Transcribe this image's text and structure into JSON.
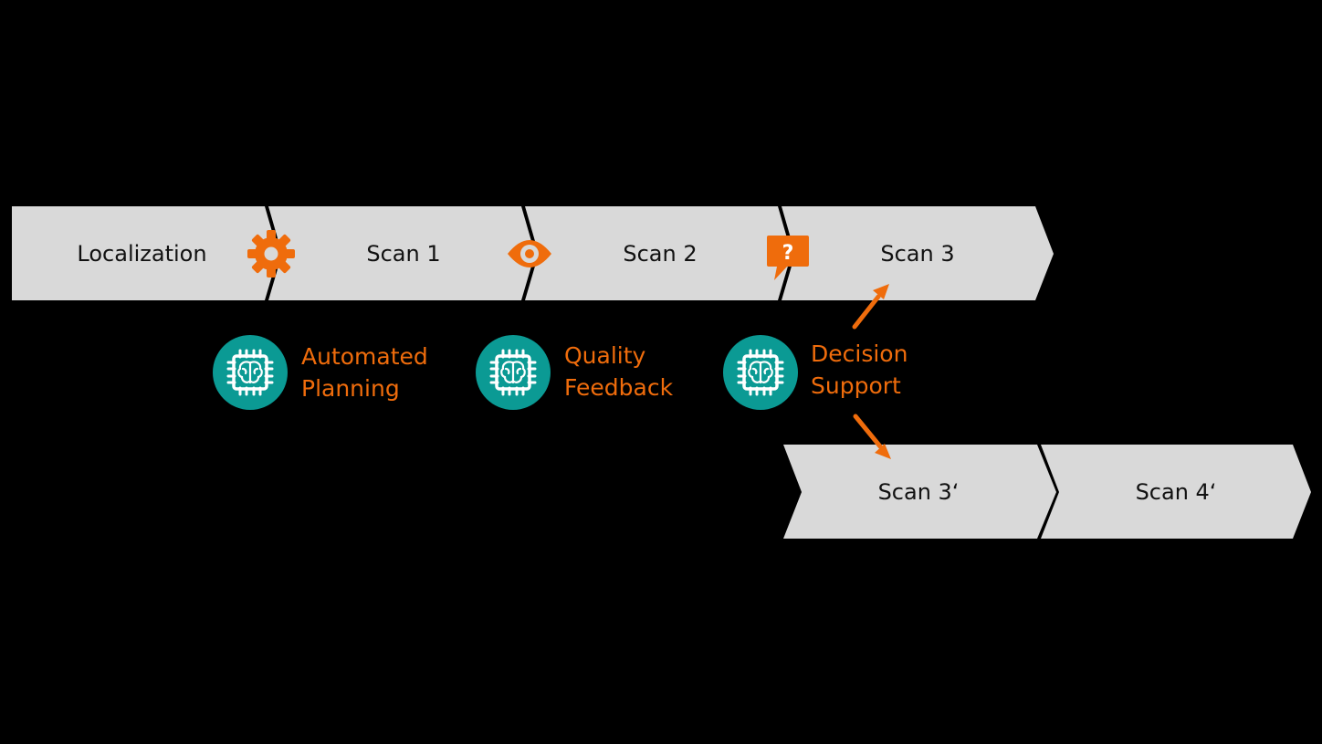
{
  "colors": {
    "background": "#000000",
    "step_fill": "#d9d9d9",
    "step_text": "#111111",
    "accent": "#ef6c0c",
    "ai_badge": "#0b9a94",
    "ai_chip": "#ffffff"
  },
  "steps": {
    "main": [
      {
        "label": "Localization"
      },
      {
        "label": "Scan 1"
      },
      {
        "label": "Scan 2"
      },
      {
        "label": "Scan 3"
      }
    ],
    "branch": [
      {
        "label": "Scan 3‘"
      },
      {
        "label": "Scan 4‘"
      }
    ]
  },
  "transition_icons": [
    "gear-icon",
    "eye-icon",
    "question-bubble-icon"
  ],
  "ai_modules": [
    {
      "icon": "ai-brain-chip-icon",
      "line1": "Automated",
      "line2": "Planning"
    },
    {
      "icon": "ai-brain-chip-icon",
      "line1": "Quality",
      "line2": "Feedback"
    },
    {
      "icon": "ai-brain-chip-icon",
      "line1": "Decision",
      "line2": "Support"
    }
  ],
  "branch_arrows": [
    "arrow-up-to-scan-3",
    "arrow-down-to-scan-3-prime"
  ]
}
